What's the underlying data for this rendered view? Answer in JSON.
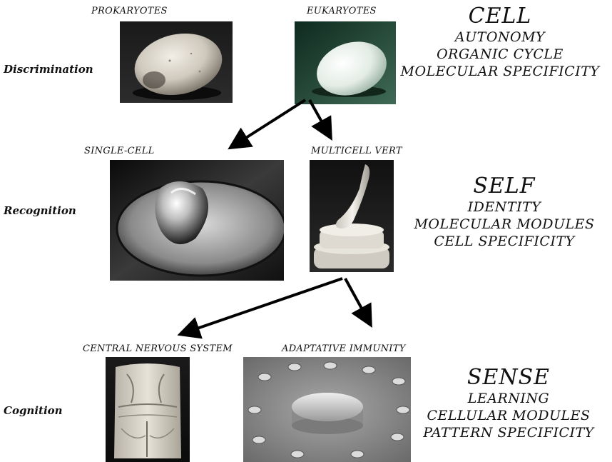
{
  "levels": [
    {
      "stage": "Discrimination",
      "block": {
        "title": "CELL",
        "lines": [
          "AUTONOMY",
          "ORGANIC CYCLE",
          "MOLECULAR SPECIFICITY"
        ]
      },
      "captions": [
        "PROKARYOTES",
        "EUKARYOTES"
      ]
    },
    {
      "stage": "Recognition",
      "block": {
        "title": "SELF",
        "lines": [
          "IDENTITY",
          "MOLECULAR MODULES",
          "CELL SPECIFICITY"
        ]
      },
      "captions": [
        "SINGLE-CELL",
        "MULTICELL VERT"
      ]
    },
    {
      "stage": "Cognition",
      "block": {
        "title": "SENSE",
        "lines": [
          "LEARNING",
          "CELLULAR MODULES",
          "PATTERN SPECIFICITY"
        ]
      },
      "captions": [
        "CENTRAL NERVOUS SYSTEM",
        "ADAPTATIVE IMMUNITY"
      ]
    }
  ]
}
